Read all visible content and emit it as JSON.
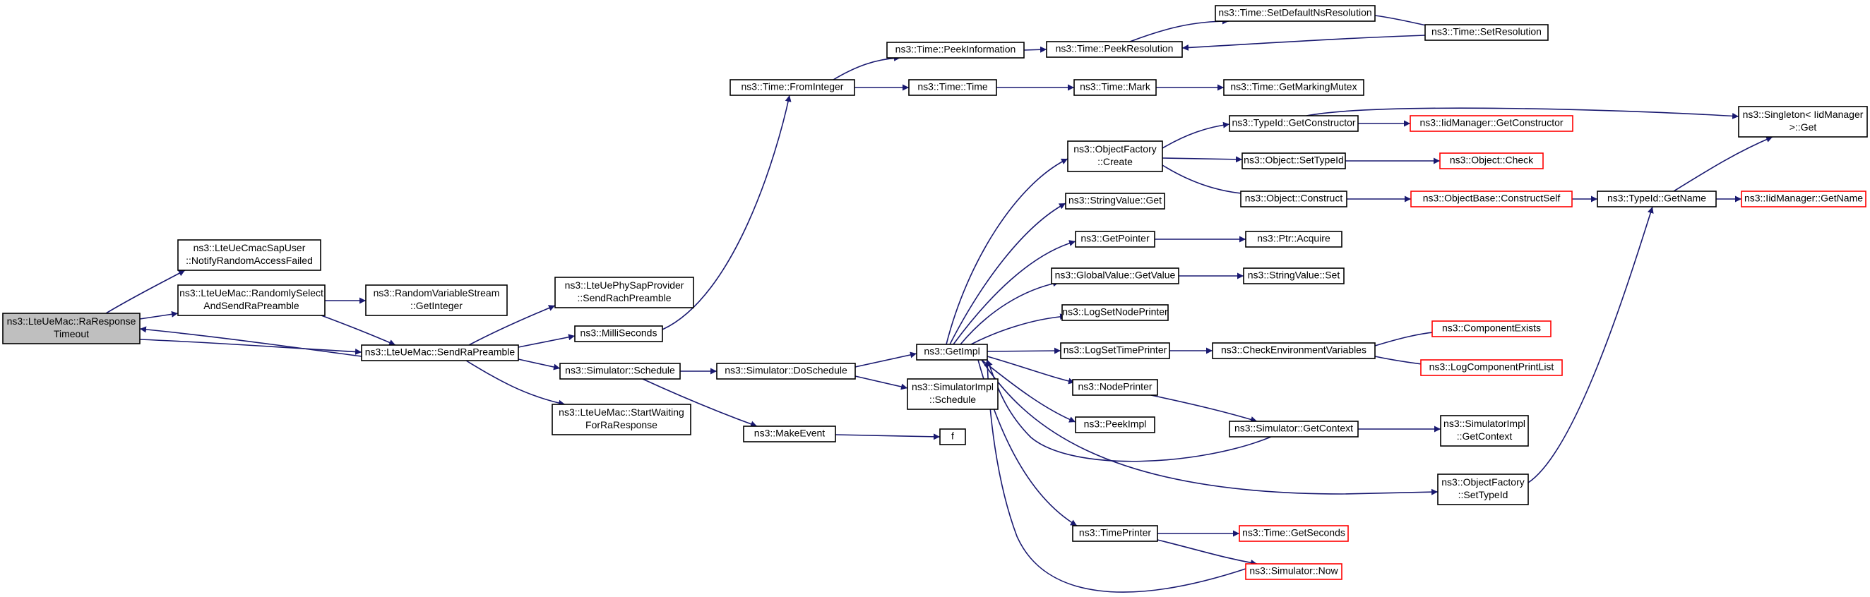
{
  "colors": {
    "edge": "#191970",
    "node_border": "#000000",
    "node_border_truncated": "#ff0000",
    "node_fill": "#ffffff",
    "root_fill": "#bfbfbf"
  },
  "nodes": [
    {
      "id": "raresp",
      "lines": [
        "ns3::LteUeMac::RaResponse",
        "Timeout"
      ],
      "root": true
    },
    {
      "id": "notify",
      "lines": [
        "ns3::LteUeCmacSapUser",
        "::NotifyRandomAccessFailed"
      ]
    },
    {
      "id": "randsel",
      "lines": [
        "ns3::LteUeMac::RandomlySelect",
        "AndSendRaPreamble"
      ]
    },
    {
      "id": "getint",
      "lines": [
        "ns3::RandomVariableStream",
        "::GetInteger"
      ]
    },
    {
      "id": "sendra",
      "lines": [
        "ns3::LteUeMac::SendRaPreamble"
      ]
    },
    {
      "id": "rach",
      "lines": [
        "ns3::LteUePhySapProvider",
        "::SendRachPreamble"
      ]
    },
    {
      "id": "milli",
      "lines": [
        "ns3::MilliSeconds"
      ]
    },
    {
      "id": "sched",
      "lines": [
        "ns3::Simulator::Schedule"
      ]
    },
    {
      "id": "startwait",
      "lines": [
        "ns3::LteUeMac::StartWaiting",
        "ForRaResponse"
      ]
    },
    {
      "id": "fromint",
      "lines": [
        "ns3::Time::FromInteger"
      ]
    },
    {
      "id": "doschedule",
      "lines": [
        "ns3::Simulator::DoSchedule"
      ]
    },
    {
      "id": "makeevent",
      "lines": [
        "ns3::MakeEvent"
      ]
    },
    {
      "id": "peekinfo",
      "lines": [
        "ns3::Time::PeekInformation"
      ]
    },
    {
      "id": "time",
      "lines": [
        "ns3::Time::Time"
      ]
    },
    {
      "id": "getimpl",
      "lines": [
        "ns3::GetImpl"
      ]
    },
    {
      "id": "simimplsched",
      "lines": [
        "ns3::SimulatorImpl",
        "::Schedule"
      ]
    },
    {
      "id": "f",
      "lines": [
        "f"
      ]
    },
    {
      "id": "setdefns",
      "lines": [
        "ns3::Time::SetDefaultNsResolution"
      ]
    },
    {
      "id": "peekres",
      "lines": [
        "ns3::Time::PeekResolution"
      ]
    },
    {
      "id": "setres",
      "lines": [
        "ns3::Time::SetResolution"
      ]
    },
    {
      "id": "mark",
      "lines": [
        "ns3::Time::Mark"
      ]
    },
    {
      "id": "markmutex",
      "lines": [
        "ns3::Time::GetMarkingMutex"
      ]
    },
    {
      "id": "objfcreate",
      "lines": [
        "ns3::ObjectFactory",
        "::Create"
      ]
    },
    {
      "id": "strvalget",
      "lines": [
        "ns3::StringValue::Get"
      ]
    },
    {
      "id": "getpointer",
      "lines": [
        "ns3::GetPointer"
      ]
    },
    {
      "id": "gvgetvalue",
      "lines": [
        "ns3::GlobalValue::GetValue"
      ]
    },
    {
      "id": "lognode",
      "lines": [
        "ns3::LogSetNodePrinter"
      ]
    },
    {
      "id": "logtime",
      "lines": [
        "ns3::LogSetTimePrinter"
      ]
    },
    {
      "id": "nodeprinter",
      "lines": [
        "ns3::NodePrinter"
      ]
    },
    {
      "id": "peekimpl",
      "lines": [
        "ns3::PeekImpl"
      ]
    },
    {
      "id": "timeprinter",
      "lines": [
        "ns3::TimePrinter"
      ]
    },
    {
      "id": "tidgetctor",
      "lines": [
        "ns3::TypeId::GetConstructor"
      ]
    },
    {
      "id": "objsettid",
      "lines": [
        "ns3::Object::SetTypeId"
      ]
    },
    {
      "id": "objconstruct",
      "lines": [
        "ns3::Object::Construct"
      ]
    },
    {
      "id": "ptracquire",
      "lines": [
        "ns3::Ptr::Acquire"
      ]
    },
    {
      "id": "strvalset",
      "lines": [
        "ns3::StringValue::Set"
      ]
    },
    {
      "id": "checkenv",
      "lines": [
        "ns3::CheckEnvironmentVariables"
      ]
    },
    {
      "id": "simgetctx",
      "lines": [
        "ns3::Simulator::GetContext"
      ]
    },
    {
      "id": "objfsettid",
      "lines": [
        "ns3::ObjectFactory",
        "::SetTypeId"
      ]
    },
    {
      "id": "getseconds",
      "lines": [
        "ns3::Time::GetSeconds"
      ],
      "truncated": true
    },
    {
      "id": "simnow",
      "lines": [
        "ns3::Simulator::Now"
      ],
      "truncated": true
    },
    {
      "id": "iidgetctor",
      "lines": [
        "ns3::IidManager::GetConstructor"
      ],
      "truncated": true
    },
    {
      "id": "objcheck",
      "lines": [
        "ns3::Object::Check"
      ],
      "truncated": true
    },
    {
      "id": "objbasector",
      "lines": [
        "ns3::ObjectBase::ConstructSelf"
      ],
      "truncated": true
    },
    {
      "id": "compexists",
      "lines": [
        "ns3::ComponentExists"
      ],
      "truncated": true
    },
    {
      "id": "logcomplist",
      "lines": [
        "ns3::LogComponentPrintList"
      ],
      "truncated": true
    },
    {
      "id": "simimplgetctx",
      "lines": [
        "ns3::SimulatorImpl",
        "::GetContext"
      ]
    },
    {
      "id": "singleton",
      "lines": [
        "ns3::Singleton< IidManager",
        ">::Get"
      ]
    },
    {
      "id": "tidgetname",
      "lines": [
        "ns3::TypeId::GetName"
      ]
    },
    {
      "id": "iidgetname",
      "lines": [
        "ns3::IidManager::GetName"
      ],
      "truncated": true
    }
  ]
}
